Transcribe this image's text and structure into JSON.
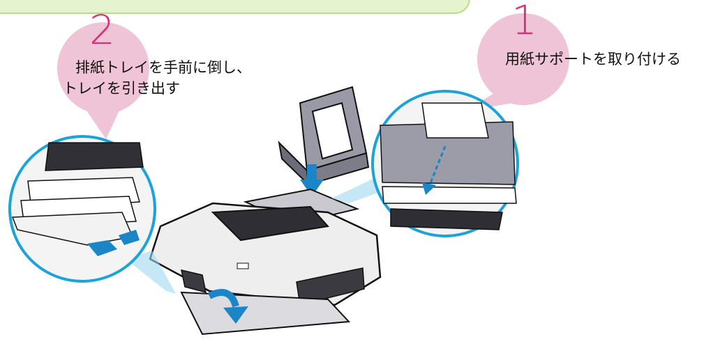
{
  "steps": [
    {
      "number": "1",
      "text": "用紙サポートを取り付ける"
    },
    {
      "number": "2",
      "text_line1": "排紙トレイを手前に倒し、",
      "text_line2": "トレイを引き出す"
    }
  ],
  "colors": {
    "banner_fill": "#e6f3cf",
    "bubble": "#efc4d6",
    "step_number": "#d9307a",
    "callout_circle": "#1ea3d6",
    "arrow": "#1a86c8"
  }
}
